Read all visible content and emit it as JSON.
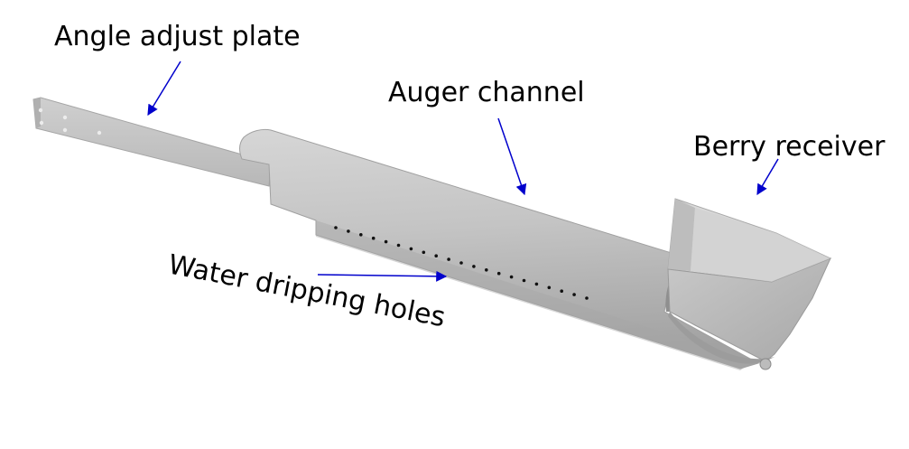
{
  "labels": {
    "angle_plate": "Angle adjust plate",
    "auger_channel": "Auger channel",
    "berry_receiver": "Berry receiver",
    "water_holes": "Water dripping holes"
  },
  "colors": {
    "arrow": "#0000cc",
    "body_light": "#d2d2d2",
    "body_mid": "#b9b9b9",
    "body_dark": "#9c9c9c",
    "hole": "#111111"
  }
}
